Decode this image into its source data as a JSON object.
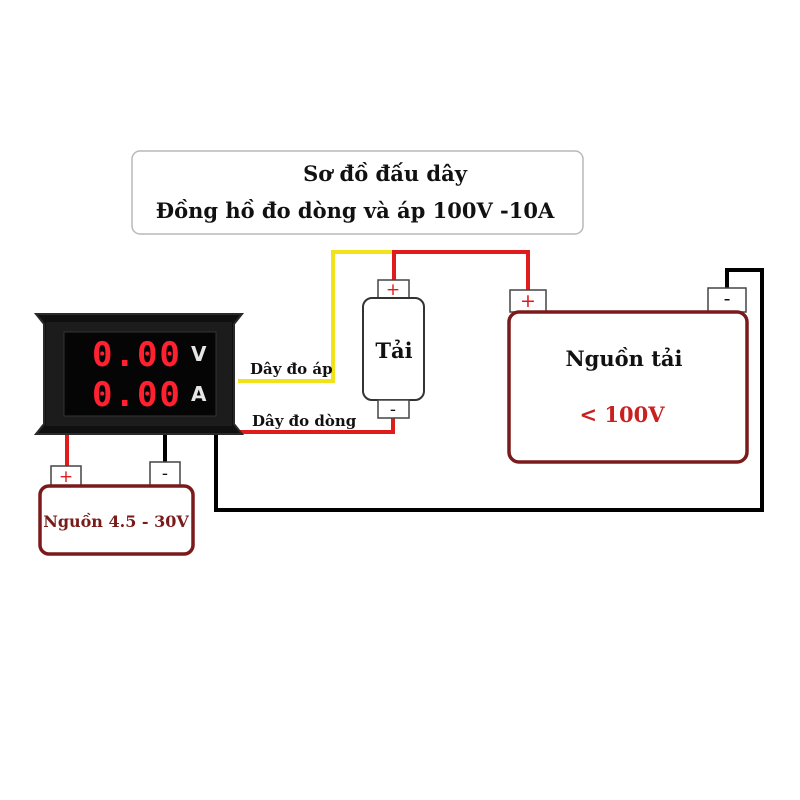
{
  "title": {
    "line1": "Sơ đồ đấu dây",
    "line2": "Đồng hồ đo dòng và áp 100V -10A"
  },
  "meter": {
    "voltage_reading": "0.00",
    "voltage_unit": "V",
    "current_reading": "0.00",
    "current_unit": "A"
  },
  "wires": {
    "voltage_wire_label": "Dây đo áp",
    "current_wire_label": "Dây đo dòng"
  },
  "load": {
    "label": "Tải",
    "plus": "+",
    "minus": "-"
  },
  "load_supply": {
    "label": "Nguồn tải",
    "voltage": "< 100V",
    "plus": "+",
    "minus": "-"
  },
  "meter_supply": {
    "label": "Nguồn 4.5 - 30V",
    "plus": "+",
    "minus": "-"
  },
  "colors": {
    "red_wire": "#e01b1b",
    "yellow_wire": "#f2e21a",
    "black_wire": "#000000",
    "box_border": "#7a1a1a",
    "lcd_red": "#ff2030",
    "meter_body": "#111111"
  }
}
